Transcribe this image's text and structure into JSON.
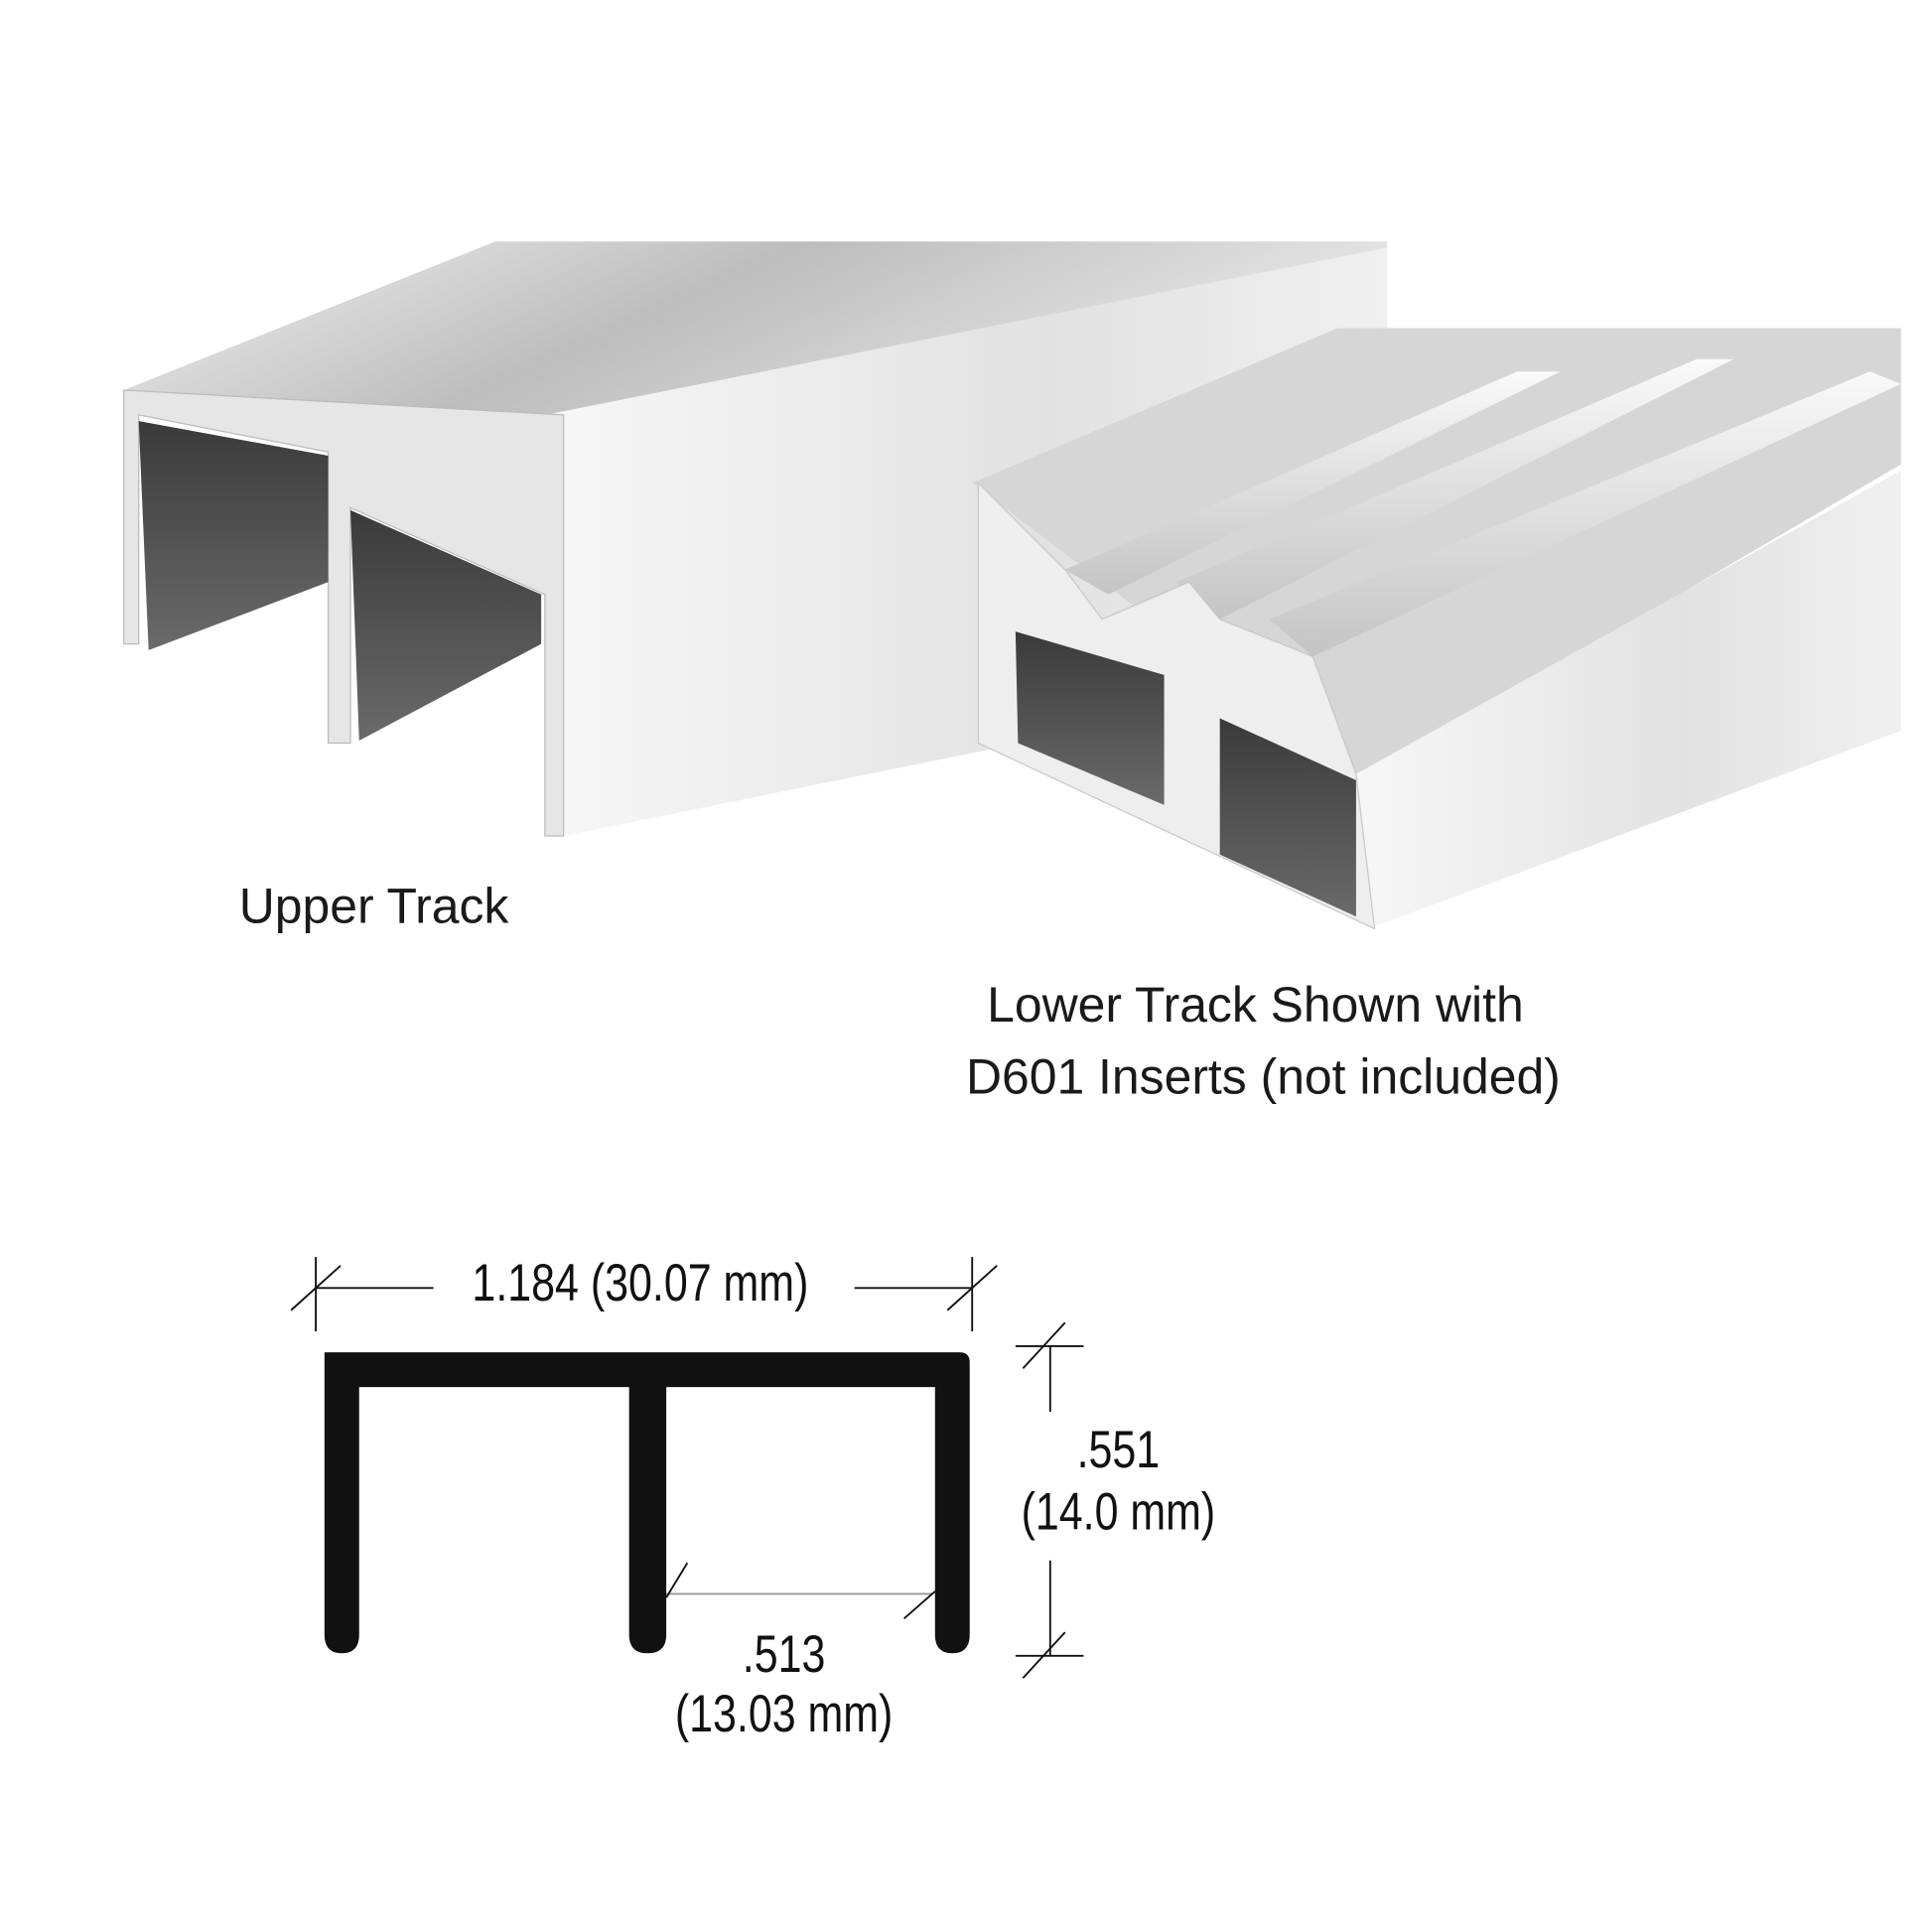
{
  "captions": {
    "upper": "Upper Track",
    "lower_line1": "Lower Track Shown with",
    "lower_line2": "D601 Inserts (not included)"
  },
  "dimensions": {
    "width": "1.184 (30.07 mm)",
    "height_in": ".551",
    "height_mm": "(14.0 mm)",
    "channel_in": ".513",
    "channel_mm": "(13.03 mm)"
  },
  "colors": {
    "profile": "#111111",
    "aluminum_light": "#f4f4f4",
    "aluminum_dark": "#555555"
  }
}
